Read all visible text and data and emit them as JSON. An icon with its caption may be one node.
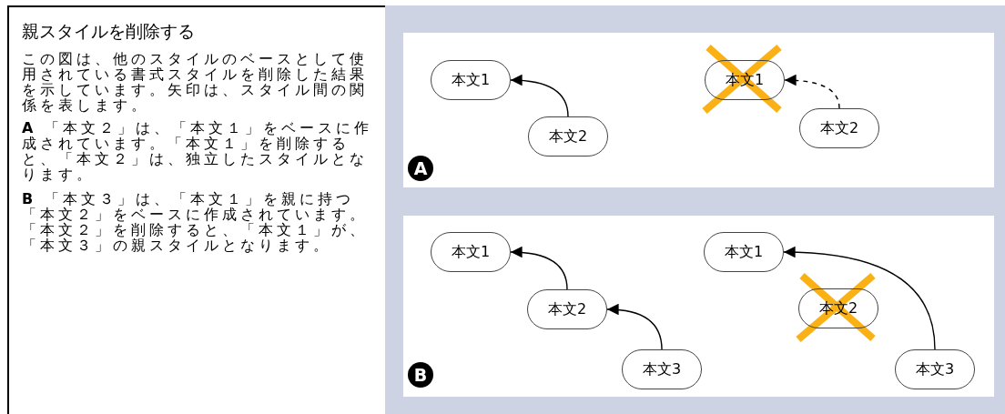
{
  "diagram": {
    "title": "親スタイルを削除する",
    "nodes": [
      {
        "text": [],
        "shape": "box"
      },
      {
        "text": [
          "A"
        ],
        "in": 0
      },
      {
        "text": [
          "本文1"
        ],
        "in": 0
      },
      {
        "text": [
          "本文2"
        ],
        "in": 0
      },
      {
        "text": [
          "本文1"
        ],
        "in": 0
      },
      {
        "text": [
          "本文2"
        ],
        "in": 0
      },
      {
        "text": [],
        "shape": "box"
      },
      {
        "text": [
          "B"
        ],
        "in": 6
      },
      {
        "text": [
          "本文1"
        ],
        "in": 6
      },
      {
        "text": [
          "本文2"
        ],
        "in": 6
      },
      {
        "text": [
          "本文3"
        ],
        "in": 6
      },
      {
        "text": [
          "本文1"
        ],
        "in": 6
      },
      {
        "text": [
          "本文2"
        ],
        "in": 6
      },
      {
        "text": [
          "本文3"
        ],
        "in": 6
      }
    ],
    "edges": [
      {
        "from": 3,
        "to": 2,
        "arrow": "to"
      },
      {
        "from": 5,
        "to": 4,
        "arrow": "to",
        "style": "dashed"
      },
      {
        "from": 9,
        "to": 8,
        "arrow": "to"
      },
      {
        "from": 10,
        "to": 9,
        "arrow": "to"
      },
      {
        "from": 13,
        "to": 11,
        "arrow": "to"
      }
    ],
    "labels": [
      "この図は、他のスタイルのベースとして使用されている書式スタイルを削除した結果を示しています。矢印は、スタイル間の関係を表します。",
      "**A** 「本文２」は、「本文１」をベースに作成されています。「本文１」を削除すると、「本文２」は、独立したスタイルとなります。",
      "**B** 「本文３」は、「本文１」を親に持つ「本文２」をベースに作成されています。「本文２」を削除すると、「本文１」が、「本文３」の親スタイルとなります。"
    ]
  }
}
